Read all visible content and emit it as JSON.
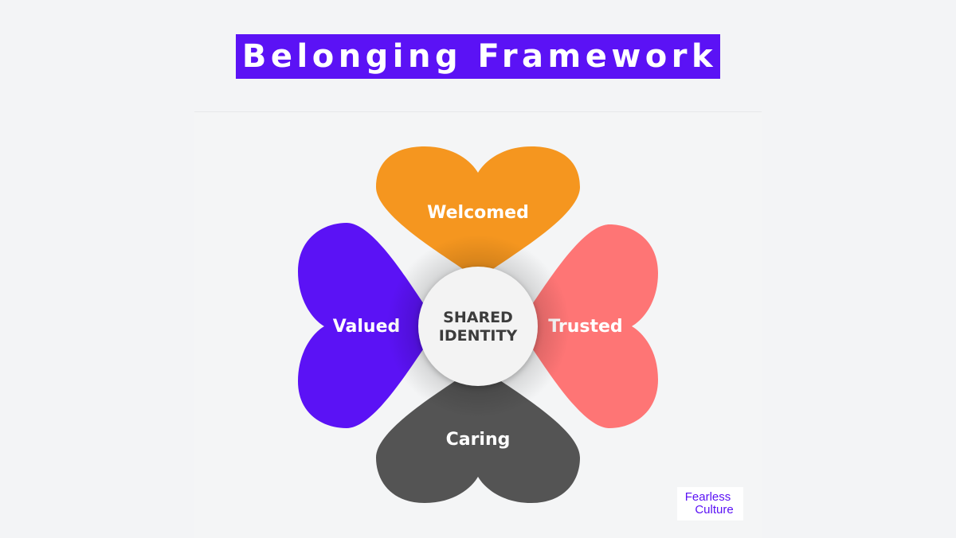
{
  "title": "Belonging Framework",
  "diagram": {
    "center": {
      "line1": "SHARED",
      "line2": "IDENTITY",
      "color": "#f3f3f3"
    },
    "petals": [
      {
        "label": "Welcomed",
        "color": "#f5961f"
      },
      {
        "label": "Trusted",
        "color": "#fe7575"
      },
      {
        "label": "Caring",
        "color": "#545454"
      },
      {
        "label": "Valued",
        "color": "#5b12f5"
      }
    ]
  },
  "logo": {
    "line1": "Fearless",
    "line2": "Culture",
    "color": "#5b12f5"
  }
}
